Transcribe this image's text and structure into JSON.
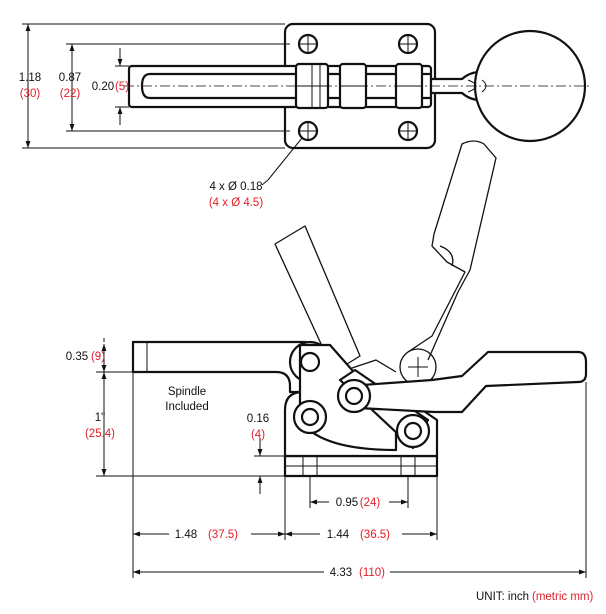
{
  "top_view": {
    "overall_height": {
      "inch": "1.18",
      "mm": "(30)"
    },
    "hole_spacing": {
      "inch": "0.87",
      "mm": "(22)"
    },
    "slot_width": {
      "inch": "0.20",
      "mm": "(5)"
    },
    "holes": {
      "inch": "4 x Ø 0.18",
      "mm": "(4 x Ø 4.5)"
    }
  },
  "side_view": {
    "spindle_note_line1": "Spindle",
    "spindle_note_line2": "Included",
    "bar_height": {
      "inch": "0.35",
      "mm": "(9)"
    },
    "spindle_height": {
      "inch": "1\"",
      "mm": "(25.4)"
    },
    "base_thickness": {
      "inch": "0.16",
      "mm": "(4)"
    },
    "hole_pitch": {
      "inch": "0.95",
      "mm": "(24)"
    },
    "bar_reach": {
      "inch": "1.48",
      "mm": "(37.5)"
    },
    "base_length": {
      "inch": "1.44",
      "mm": "(36.5)"
    },
    "overall_length": {
      "inch": "4.33",
      "mm": "(110)"
    }
  },
  "units": {
    "label": "UNIT: inch",
    "metric": "(metric mm)"
  }
}
